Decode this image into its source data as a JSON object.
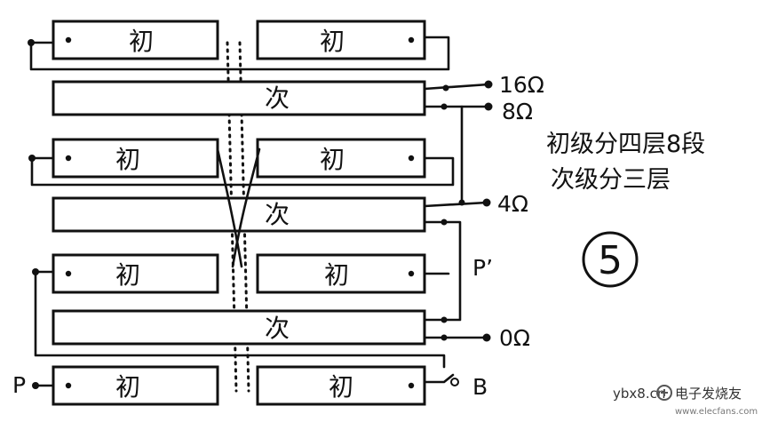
{
  "coil_labels": {
    "primary": "初",
    "secondary": "次"
  },
  "terminals": {
    "t16": "16Ω",
    "t8": "8Ω",
    "t4": "4Ω",
    "t0": "0Ω",
    "p_prime": "P’",
    "p": "P",
    "b": "B"
  },
  "notes": {
    "line1": "初级分四层8段",
    "line2": "次级分三层"
  },
  "figure_number": "5",
  "watermark": {
    "site": "ybx8.cn",
    "logo": "电子发烧友",
    "url": "www.elecfans.com"
  },
  "colors": {
    "ink": "#111111",
    "background": "#ffffff"
  }
}
